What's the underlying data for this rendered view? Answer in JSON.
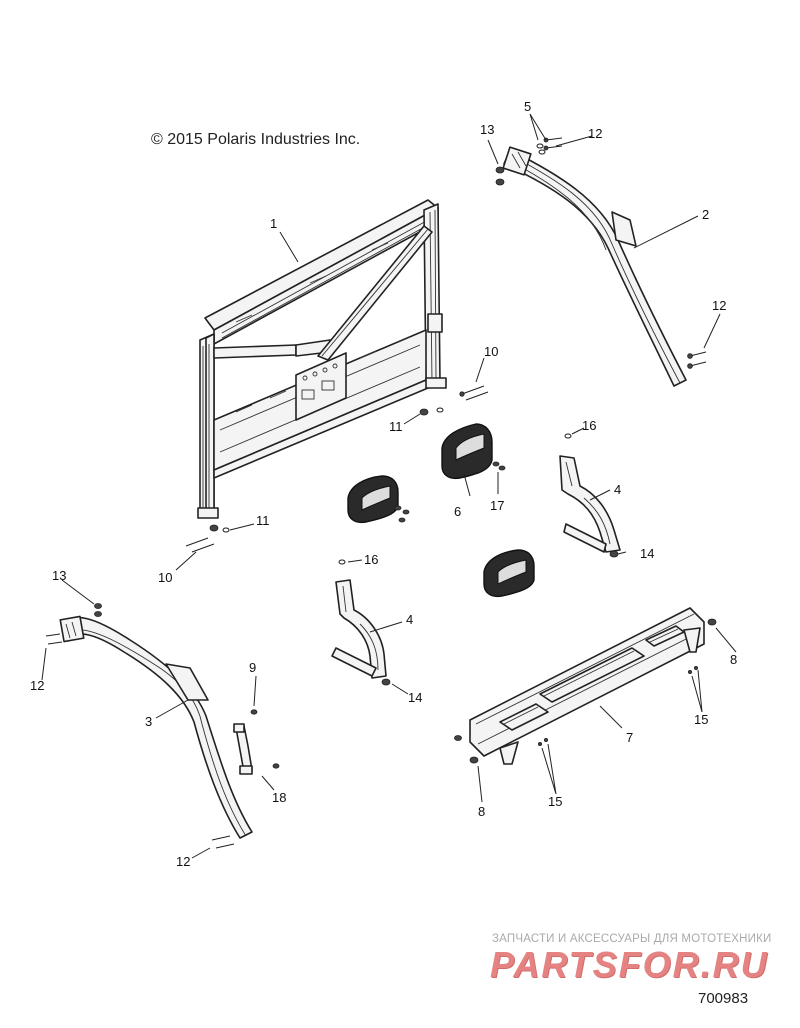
{
  "header": {
    "copyright": "© 2015 Polaris Industries Inc."
  },
  "callouts": {
    "c1": "1",
    "c2": "2",
    "c3": "3",
    "c4a": "4",
    "c4b": "4",
    "c5": "5",
    "c6": "6",
    "c7": "7",
    "c8a": "8",
    "c8b": "8",
    "c9": "9",
    "c10a": "10",
    "c10b": "10",
    "c11a": "11",
    "c11b": "11",
    "c12a": "12",
    "c12b": "12",
    "c12c": "12",
    "c12d": "12",
    "c13a": "13",
    "c13b": "13",
    "c14a": "14",
    "c14b": "14",
    "c15a": "15",
    "c15b": "15",
    "c16a": "16",
    "c16b": "16",
    "c17": "17",
    "c18": "18"
  },
  "watermark": {
    "tagline": "ЗАПЧАСТИ И АКСЕССУАРЫ ДЛЯ МОТОТЕХНИКИ",
    "logo": "PARTSFOR.RU"
  },
  "footer": {
    "diagram_id": "700983"
  },
  "colors": {
    "line": "#222222",
    "watermark": "#e58383"
  }
}
